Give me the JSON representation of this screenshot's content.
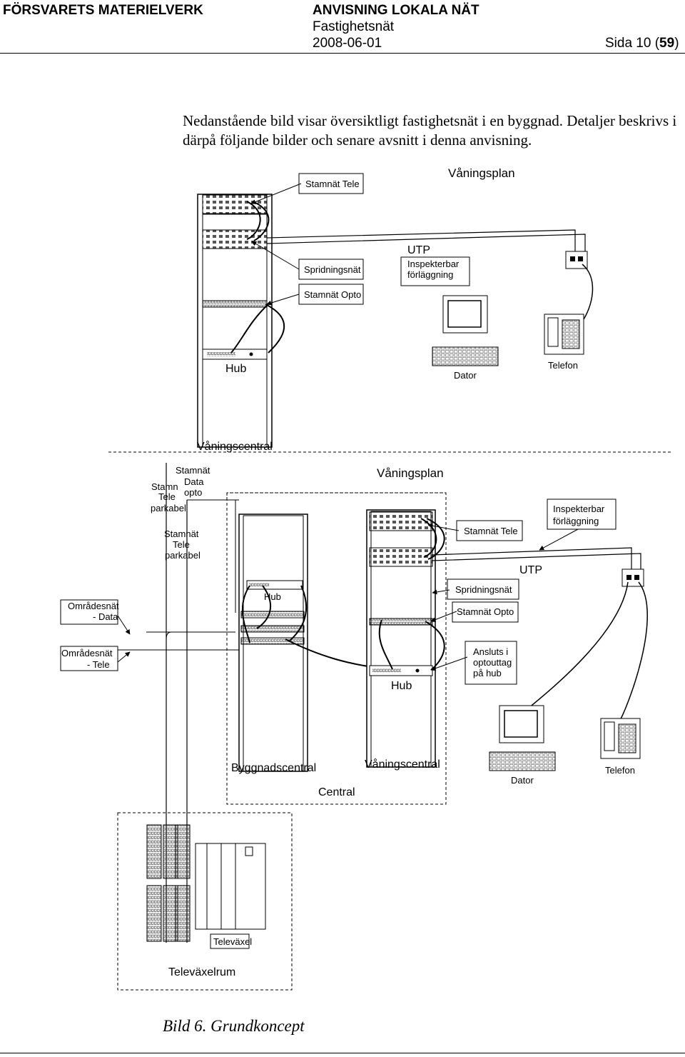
{
  "header": {
    "org": "FÖRSVARETS MATERIELVERK",
    "doc_title": "ANVISNING LOKALA NÄT",
    "doc_subtitle": "Fastighetsnät",
    "date": "2008-06-01",
    "page_prefix": "Sida 10 (",
    "page_total": "59",
    "page_suffix": ")"
  },
  "intro_text": "Nedanstående bild visar översiktligt fastighetsnät i en byggnad. Detaljer beskrivs i därpå följande bilder och senare avsnitt i denna anvisning.",
  "diagram": {
    "top": {
      "stamnat_tele": "Stamnät Tele",
      "vaningsplan": "Våningsplan",
      "spridningsnat": "Spridningsnät",
      "utp": "UTP",
      "inspekterbar_1": "Inspekterbar",
      "inspekterbar_2": "förläggning",
      "stamnat_opto": "Stamnät Opto",
      "hub": "Hub",
      "dator": "Dator",
      "telefon": "Telefon",
      "vaningscentral": "Våningscentral"
    },
    "bottom": {
      "stamnat_data_1": "Stamnät",
      "stamnat_data_2": "Data",
      "stamnat_data_3": "opto",
      "stamn_tele_1": "Stamn",
      "stamn_tele_2": "Tele",
      "stamn_tele_3": "parkabel",
      "stamnat_tele_park_1": "Stamnät",
      "stamnat_tele_park_2": "Tele",
      "stamnat_tele_park_3": "parkabel",
      "vaningsplan": "Våningsplan",
      "stamnat_tele": "Stamnät Tele",
      "inspekterbar_1": "Inspekterbar",
      "inspekterbar_2": "förläggning",
      "utp": "UTP",
      "omradesnat_data_1": "Områdesnät",
      "omradesnat_data_2": "- Data",
      "hub_left": "Hub",
      "spridningsnat": "Spridningsnät",
      "stamnat_opto": "Stamnät Opto",
      "omradesnat_tele_1": "Områdesnät",
      "omradesnat_tele_2": "- Tele",
      "ansluts_1": "Ansluts i",
      "ansluts_2": "optouttag",
      "ansluts_3": "på hub",
      "hub_right": "Hub",
      "byggnadscentral": "Byggnadscentral",
      "vaningscentral": "Våningscentral",
      "central": "Central",
      "dator": "Dator",
      "telefon": "Telefon",
      "televaxel": "Televäxel",
      "televaxelrum": "Televäxelrum"
    }
  },
  "caption": "Bild 6. Grundkoncept"
}
